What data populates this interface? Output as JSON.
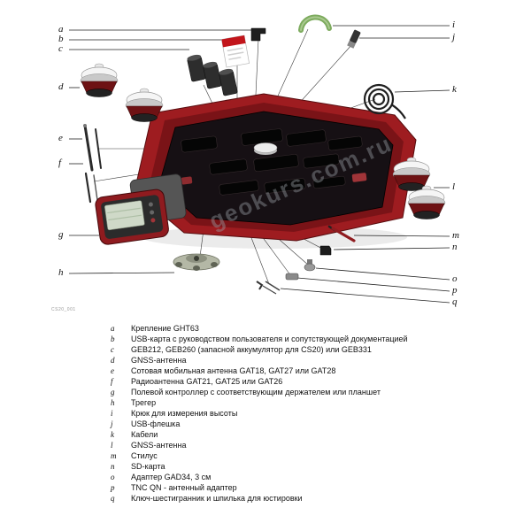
{
  "figure": {
    "watermark": "geokurs.com.ru",
    "figure_id": "CS20_001"
  },
  "callouts": [
    "a",
    "b",
    "c",
    "d",
    "e",
    "f",
    "g",
    "h",
    "i",
    "j",
    "k",
    "l",
    "m",
    "n",
    "o",
    "p",
    "q"
  ],
  "legend": [
    {
      "letter": "a",
      "text": "Крепление GHT63"
    },
    {
      "letter": "b",
      "text": "USB-карта с руководством пользователя и сопутствующей документацией"
    },
    {
      "letter": "c",
      "text": "GEB212, GEB260 (запасной аккумулятор для CS20) или GEB331"
    },
    {
      "letter": "d",
      "text": "GNSS-антенна"
    },
    {
      "letter": "e",
      "text": "Сотовая мобильная антенна GAT18, GAT27 или GAT28"
    },
    {
      "letter": "f",
      "text": "Радиоантенна GAT21, GAT25 или GAT26"
    },
    {
      "letter": "g",
      "text": "Полевой контроллер с соответствующим держателем или планшет"
    },
    {
      "letter": "h",
      "text": "Трегер"
    },
    {
      "letter": "i",
      "text": "Крюк для измерения высоты"
    },
    {
      "letter": "j",
      "text": "USB-флешка"
    },
    {
      "letter": "k",
      "text": "Кабели"
    },
    {
      "letter": "l",
      "text": "GNSS-антенна"
    },
    {
      "letter": "m",
      "text": "Стилус"
    },
    {
      "letter": "n",
      "text": "SD-карта"
    },
    {
      "letter": "o",
      "text": "Адаптер GAD34, 3 см"
    },
    {
      "letter": "p",
      "text": "TNC QN - антенный адаптер"
    },
    {
      "letter": "q",
      "text": "Ключ-шестигранник и шпилька для юстировки"
    }
  ]
}
